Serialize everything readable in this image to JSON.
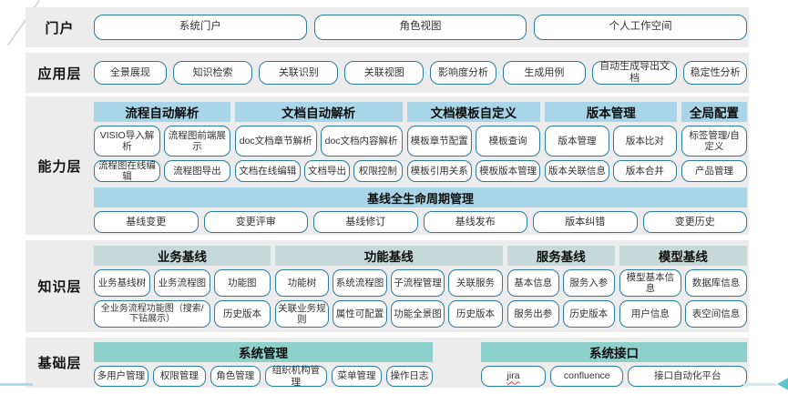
{
  "layers": {
    "portal": {
      "label": "门户",
      "buttons": [
        "系统门户",
        "角色视图",
        "个人工作空间"
      ]
    },
    "application": {
      "label": "应用层",
      "buttons": [
        "全景展现",
        "知识检索",
        "关联识别",
        "关联视图",
        "影响度分析",
        "生成用例",
        "自动生成导出文档",
        "稳定性分析"
      ]
    },
    "capability": {
      "label": "能力层",
      "groups": [
        {
          "header": "流程自动解析",
          "rows": [
            [
              "VISIO导入解析",
              "流程图前端展示"
            ],
            [
              "流程图在线编辑",
              "流程图导出"
            ]
          ]
        },
        {
          "header": "文档自动解析",
          "rows": [
            [
              "doc文档章节解析",
              "doc文档内容解析"
            ],
            [
              "文档在线编辑",
              "文档导出",
              "权限控制"
            ]
          ]
        },
        {
          "header": "文档模板自定义",
          "rows": [
            [
              "模板章节配置",
              "模板查询"
            ],
            [
              "模板引用关系",
              "模板版本管理"
            ]
          ]
        },
        {
          "header": "版本管理",
          "rows": [
            [
              "版本管理",
              "版本比对"
            ],
            [
              "版本关联信息",
              "版本合并"
            ]
          ]
        },
        {
          "header": "全局配置",
          "rows": [
            [
              "标签管理/自定义"
            ],
            [
              "产品管理"
            ]
          ]
        }
      ],
      "baseline": {
        "header": "基线全生命周期管理",
        "buttons": [
          "基线变更",
          "变更评审",
          "基线修订",
          "基线发布",
          "版本纠错",
          "变更历史"
        ]
      }
    },
    "knowledge": {
      "label": "知识层",
      "groups": [
        {
          "header": "业务基线",
          "rows": [
            [
              "业务基线树",
              "业务流程图",
              "功能图"
            ],
            [
              "全业务流程功能图（搜索/下钻展示）",
              "历史版本"
            ]
          ]
        },
        {
          "header": "功能基线",
          "rows": [
            [
              "功能树",
              "系统流程图",
              "子流程管理",
              "关联服务"
            ],
            [
              "关联业务规则",
              "属性可配置",
              "功能全景图",
              "历史版本"
            ]
          ]
        },
        {
          "header": "服务基线",
          "rows": [
            [
              "基本信息",
              "服务入参"
            ],
            [
              "服务出参",
              "历史版本"
            ]
          ]
        },
        {
          "header": "模型基线",
          "rows": [
            [
              "模型基本信息",
              "数据库信息"
            ],
            [
              "用户信息",
              "表空间信息"
            ]
          ]
        }
      ]
    },
    "foundation": {
      "label": "基础层",
      "groups": [
        {
          "header": "系统管理",
          "buttons": [
            "多用户管理",
            "权限管理",
            "角色管理",
            "组织机构管理",
            "菜单管理",
            "操作日志"
          ]
        },
        {
          "header": "系统接口",
          "buttons": [
            "jira",
            "confluence",
            "接口自动化平台"
          ]
        }
      ]
    }
  },
  "colors": {
    "band_bg": "#ececec",
    "button_border": "#2a7b9d",
    "capability_header_bg": "#a8d6e8",
    "knowledge_header_bg": "#c5dad8",
    "foundation_header_bg": "#8dd0cc",
    "accent_teal": "#5cc3c9",
    "spellcheck_red": "#e03131"
  }
}
